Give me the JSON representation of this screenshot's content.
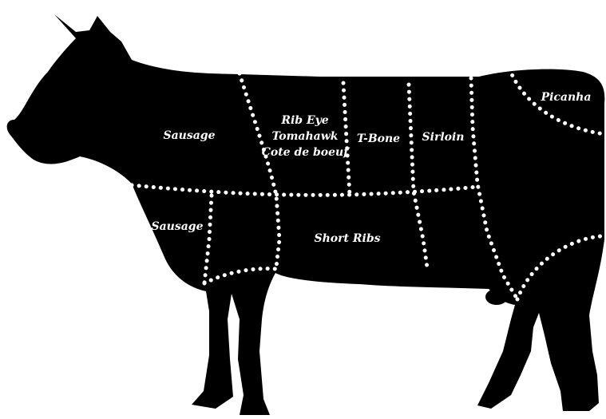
{
  "diagram": {
    "silhouette_color": "#000000",
    "line_color": "#ffffff",
    "cuts": [
      {
        "id": "sausage-upper",
        "label": "Sausage"
      },
      {
        "id": "rib-eye",
        "lines": [
          "Rib Eye",
          "Tomahawk",
          "Cote de boeuf"
        ]
      },
      {
        "id": "t-bone",
        "label": "T-Bone"
      },
      {
        "id": "sirloin",
        "label": "Sirloin"
      },
      {
        "id": "picanha",
        "label": "Picanha"
      },
      {
        "id": "sausage-lower",
        "label": "Sausage"
      },
      {
        "id": "short-ribs",
        "label": "Short Ribs"
      }
    ]
  }
}
